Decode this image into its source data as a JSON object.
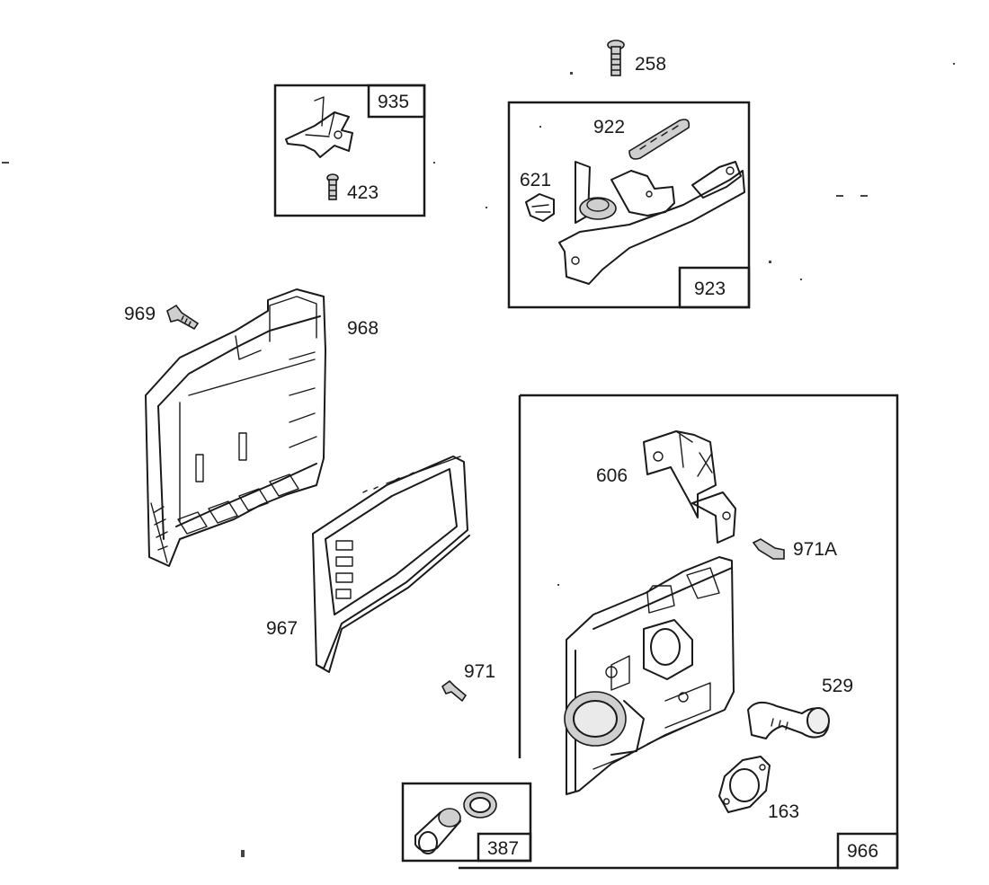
{
  "callouts": {
    "p258": "258",
    "p935": "935",
    "p423": "423",
    "p922": "922",
    "p621": "621",
    "p923": "923",
    "p969": "969",
    "p968": "968",
    "p967": "967",
    "p971": "971",
    "p606": "606",
    "p971a": "971A",
    "p529": "529",
    "p163": "163",
    "p387": "387",
    "p966": "966"
  }
}
